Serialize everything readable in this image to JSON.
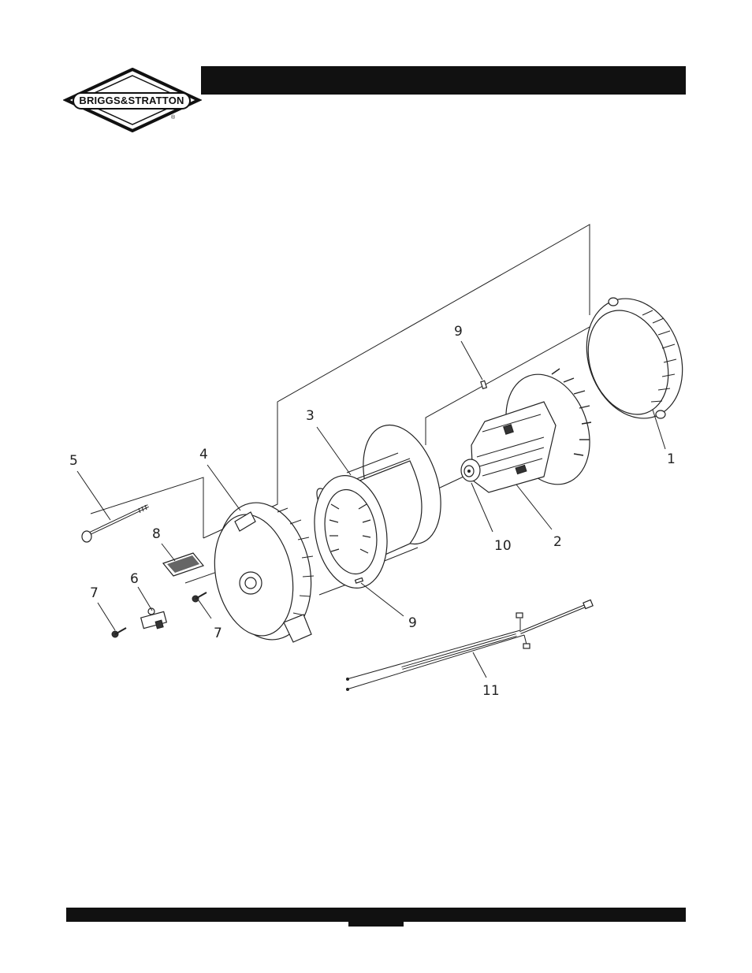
{
  "brand": {
    "name": "BRIGGS&STRATTON",
    "registered": "®"
  },
  "header": {
    "title": ""
  },
  "diagram": {
    "callouts": [
      {
        "id": "1",
        "label": "1"
      },
      {
        "id": "2",
        "label": "2"
      },
      {
        "id": "3",
        "label": "3"
      },
      {
        "id": "4",
        "label": "4"
      },
      {
        "id": "5",
        "label": "5"
      },
      {
        "id": "6",
        "label": "6"
      },
      {
        "id": "7a",
        "label": "7"
      },
      {
        "id": "7b",
        "label": "7"
      },
      {
        "id": "8",
        "label": "8"
      },
      {
        "id": "9a",
        "label": "9"
      },
      {
        "id": "9b",
        "label": "9"
      },
      {
        "id": "10",
        "label": "10"
      },
      {
        "id": "11",
        "label": "11"
      }
    ]
  },
  "footer": {
    "page_number": ""
  }
}
